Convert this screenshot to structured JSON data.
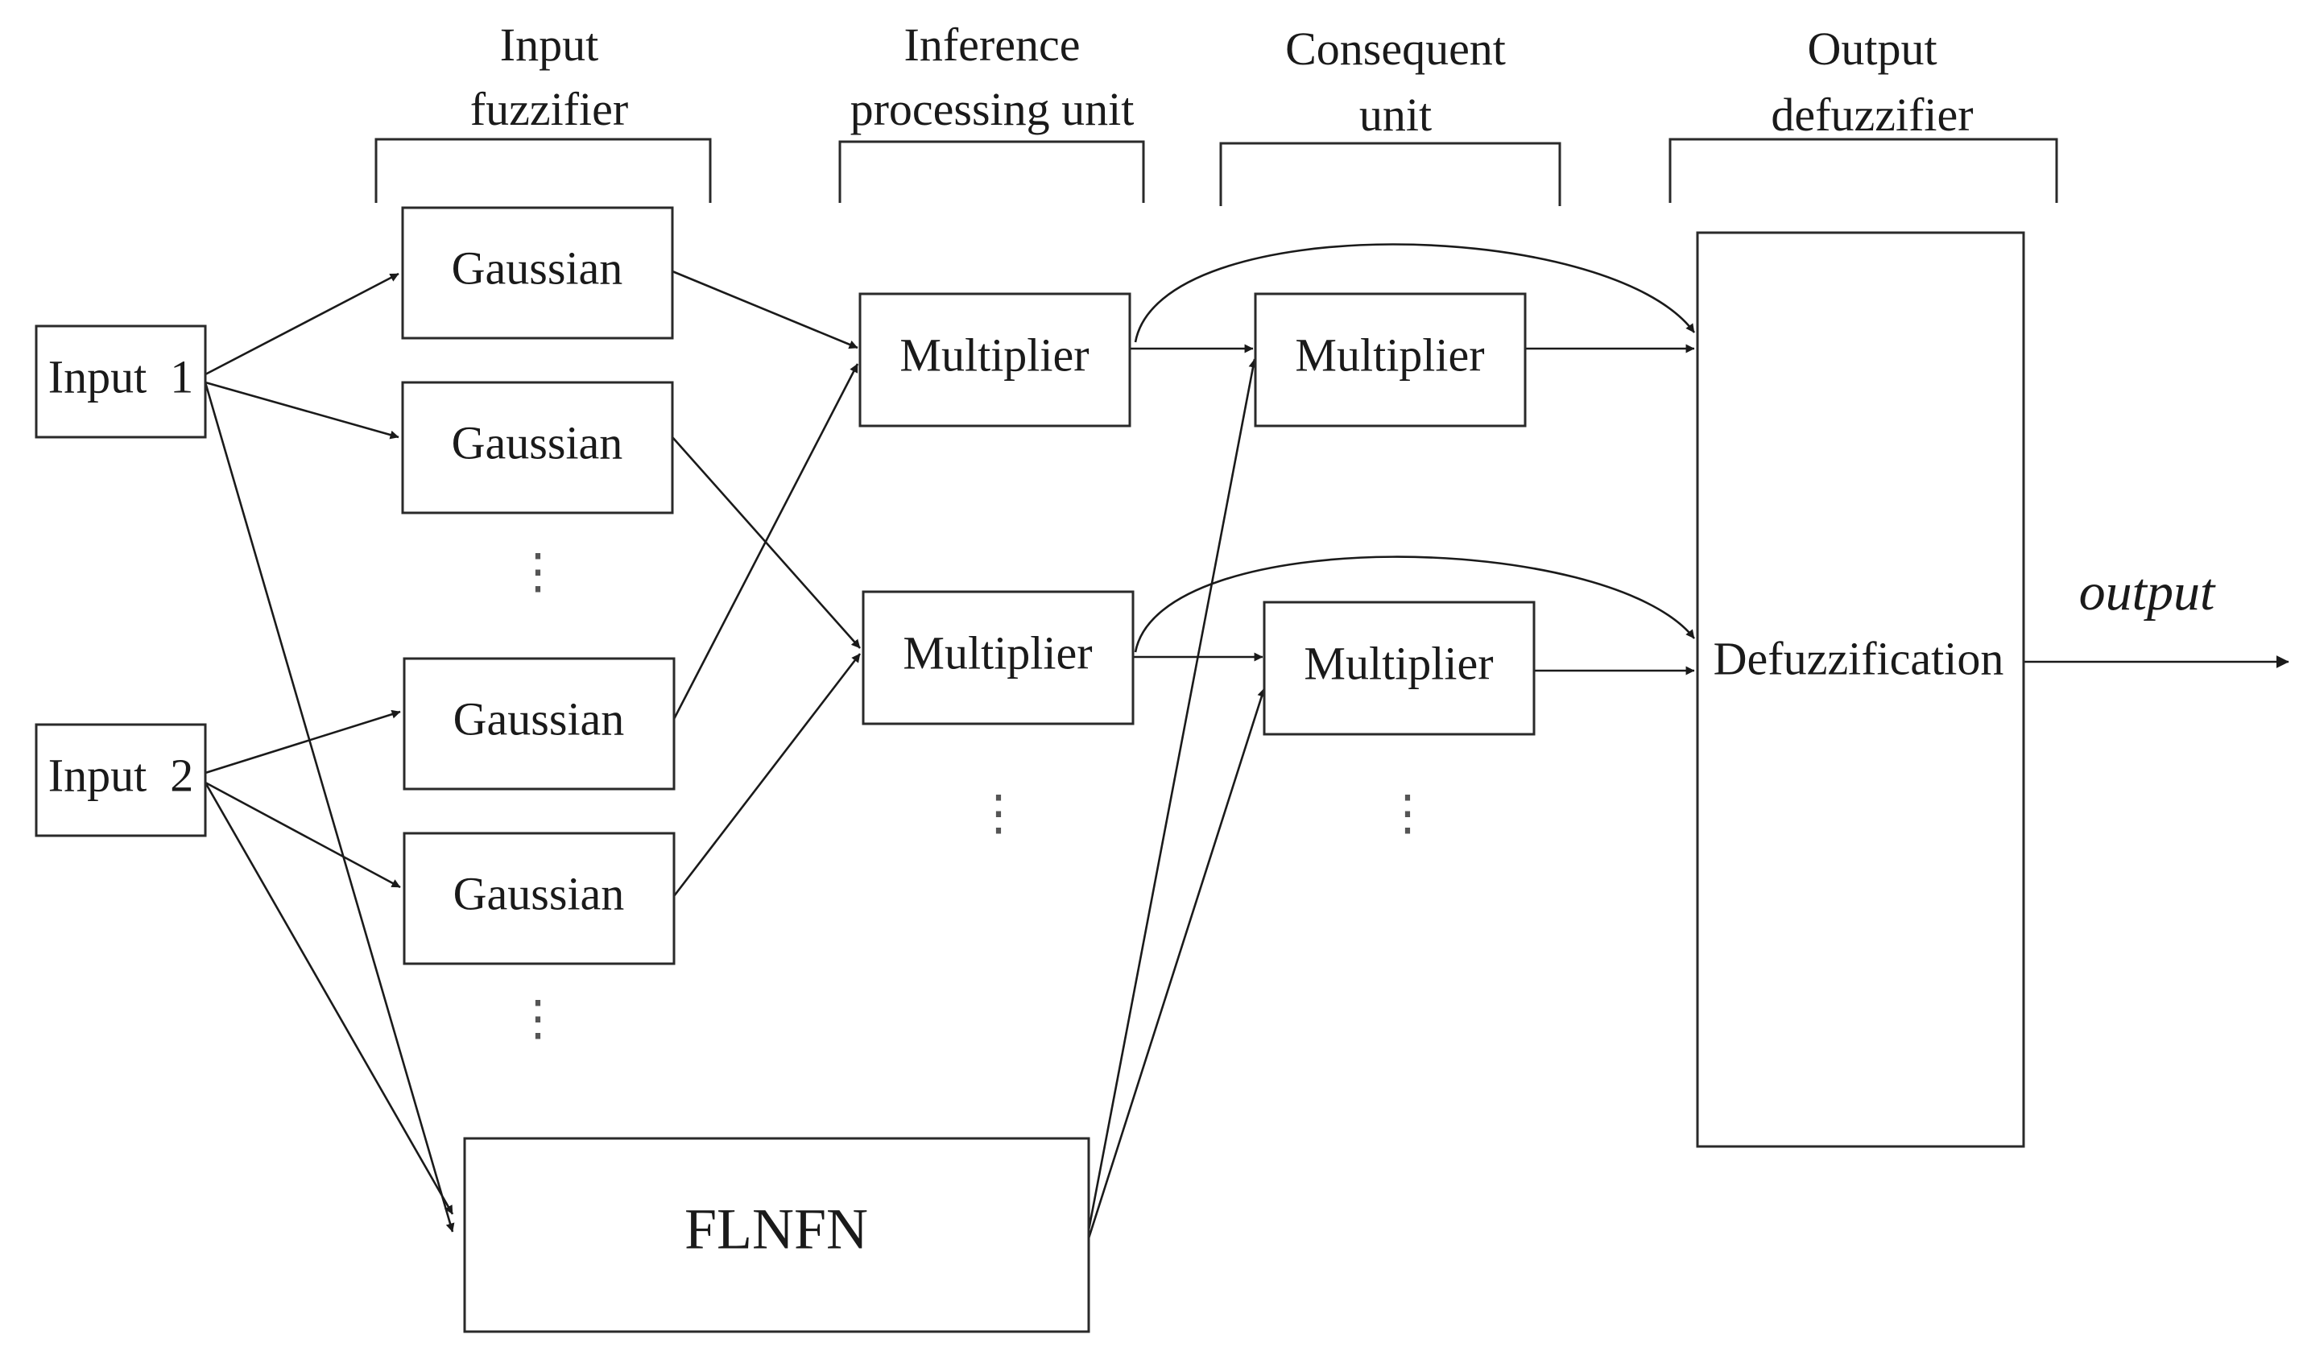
{
  "headers": {
    "input_fuzzifier": [
      "Input",
      "fuzzifier"
    ],
    "inference_unit": [
      "Inference",
      "processing unit"
    ],
    "consequent_unit": [
      "Consequent",
      "unit"
    ],
    "output_defuzzifier": [
      "Output",
      "defuzzifier"
    ]
  },
  "nodes": {
    "input_1": "Input  1",
    "input_2": "Input  2",
    "gaussian_1": "Gaussian",
    "gaussian_2": "Gaussian",
    "gaussian_3": "Gaussian",
    "gaussian_4": "Gaussian",
    "inference_multiplier_1": "Multiplier",
    "inference_multiplier_2": "Multiplier",
    "consequent_multiplier_1": "Multiplier",
    "consequent_multiplier_2": "Multiplier",
    "flnfn": "FLNFN",
    "defuzzification": "Defuzzification"
  },
  "output_label": "output",
  "ellipsis": "⋮"
}
